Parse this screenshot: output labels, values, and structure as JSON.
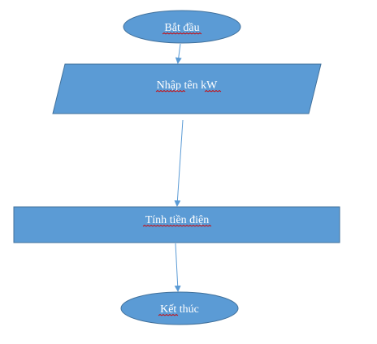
{
  "flowchart": {
    "start": {
      "label": "Bắt đầu",
      "shape": "terminator"
    },
    "input": {
      "label": "Nhập tên kW",
      "shape": "parallelogram"
    },
    "process": {
      "label": "Tính tiền điện",
      "shape": "rectangle"
    },
    "end": {
      "label": "Kết thúc",
      "shape": "terminator"
    },
    "colors": {
      "fill": "#5b9bd5",
      "border": "#41719c",
      "connector": "#5b9bd5",
      "text": "#ffffff",
      "spellcheck_underline": "#d00000"
    }
  }
}
